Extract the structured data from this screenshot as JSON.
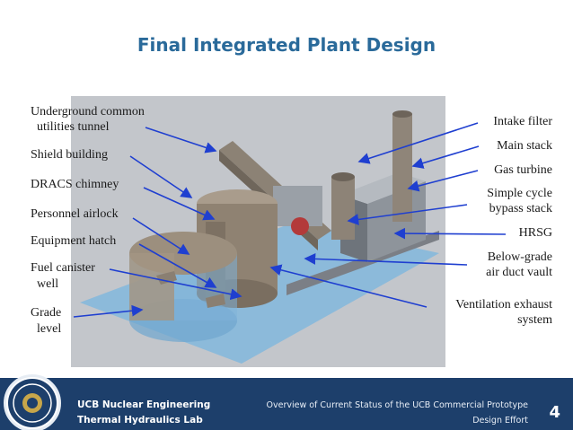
{
  "title": "Final Integrated Plant Design",
  "labels_left": [
    {
      "id": "underground",
      "text_lines": [
        "Underground common",
        "utilities tunnel"
      ]
    },
    {
      "id": "shield",
      "text_lines": [
        "Shield building"
      ]
    },
    {
      "id": "dracs",
      "text_lines": [
        "DRACS chimney"
      ]
    },
    {
      "id": "airlock",
      "text_lines": [
        "Personnel airlock"
      ]
    },
    {
      "id": "hatch",
      "text_lines": [
        "Equipment hatch"
      ]
    },
    {
      "id": "fuel",
      "text_lines": [
        "Fuel canister",
        "well"
      ]
    },
    {
      "id": "grade",
      "text_lines": [
        "Grade",
        "level"
      ]
    }
  ],
  "labels_right": [
    {
      "id": "intake",
      "text_lines": [
        "Intake filter"
      ]
    },
    {
      "id": "stack",
      "text_lines": [
        "Main stack"
      ]
    },
    {
      "id": "turbine",
      "text_lines": [
        "Gas turbine"
      ]
    },
    {
      "id": "bypass",
      "text_lines": [
        "Simple cycle",
        "bypass stack"
      ]
    },
    {
      "id": "hrsg",
      "text_lines": [
        "HRSG"
      ]
    },
    {
      "id": "vault",
      "text_lines": [
        "Below-grade",
        "air duct vault"
      ]
    },
    {
      "id": "vent",
      "text_lines": [
        "Ventilation exhaust",
        "system"
      ]
    }
  ],
  "footer": {
    "org_line1": "UCB Nuclear Engineering",
    "org_line2": "Thermal Hydraulics Lab",
    "subtitle_line1": "Overview of Current Status of the UCB Commercial Prototype",
    "subtitle_line2": "Design Effort",
    "page_number": "4"
  },
  "colors": {
    "title": "#2a6a9a",
    "arrow": "#1f3fd0",
    "footer_bg": "#1d3f6b",
    "ground": "#7fb3d9",
    "render_bg": "#c3c6cb"
  }
}
